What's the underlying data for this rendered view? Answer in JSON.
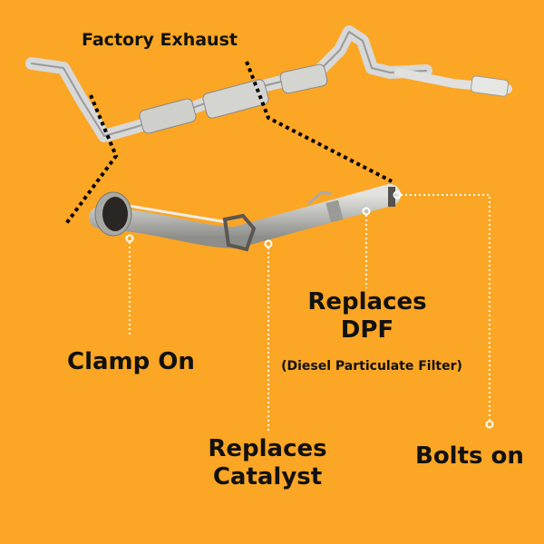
{
  "title": "Factory Exhaust",
  "labels": {
    "clamp": "Clamp On",
    "dpf_line1": "Replaces",
    "dpf_line2": "DPF",
    "dpf_sub": "(Diesel Particulate Filter)",
    "catalyst_line1": "Replaces",
    "catalyst_line2": "Catalyst",
    "bolts": "Bolts on"
  },
  "colors": {
    "background": "#fba624",
    "pipe": "#b8b8b4",
    "text": "#111111"
  }
}
